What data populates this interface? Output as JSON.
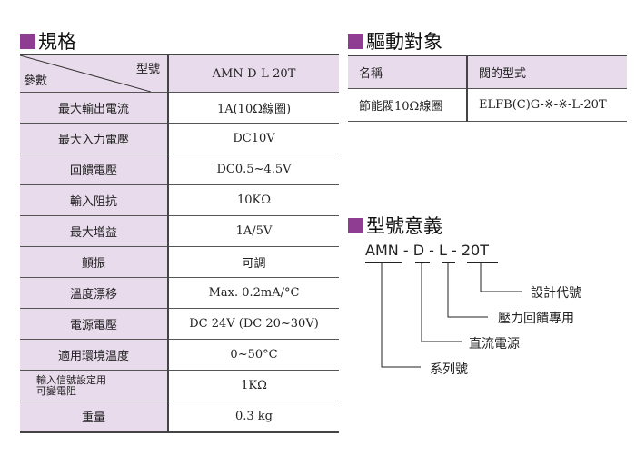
{
  "spec": {
    "title": "規格",
    "header_param": "參數",
    "header_model": "型號",
    "model": "AMN-D-L-20T",
    "rows": [
      {
        "k": "最大輸出電流",
        "v": "1A(10Ω線圈)"
      },
      {
        "k": "最大入力電壓",
        "v": "DC10V"
      },
      {
        "k": "回饋電壓",
        "v": "DC0.5~4.5V"
      },
      {
        "k": "輸入阻抗",
        "v": "10KΩ"
      },
      {
        "k": "最大增益",
        "v": "1A/5V"
      },
      {
        "k": "顫振",
        "v": "可調"
      },
      {
        "k": "溫度漂移",
        "v": "Max. 0.2mA/°C"
      },
      {
        "k": "電源電壓",
        "v": "DC 24V (DC 20~30V)"
      },
      {
        "k": "適用環境溫度",
        "v": "0~50°C"
      },
      {
        "k": "輸入信號設定用\n可變電阻",
        "v": "1KΩ"
      },
      {
        "k": "重量",
        "v": "0.3 kg"
      }
    ]
  },
  "drive": {
    "title": "驅動對象",
    "col1": "名稱",
    "col2": "閥的型式",
    "row": {
      "k": "節能閥10Ω線圈",
      "v": "ELFB(C)G-※-※-L-20T"
    }
  },
  "meaning": {
    "title": "型號意義",
    "parts": [
      "AMN",
      "D",
      "L",
      "20T"
    ],
    "sep": "-",
    "labels": {
      "series": "系列號",
      "dc": "直流電源",
      "feedback": "壓力回饋專用",
      "design": "設計代號"
    }
  }
}
